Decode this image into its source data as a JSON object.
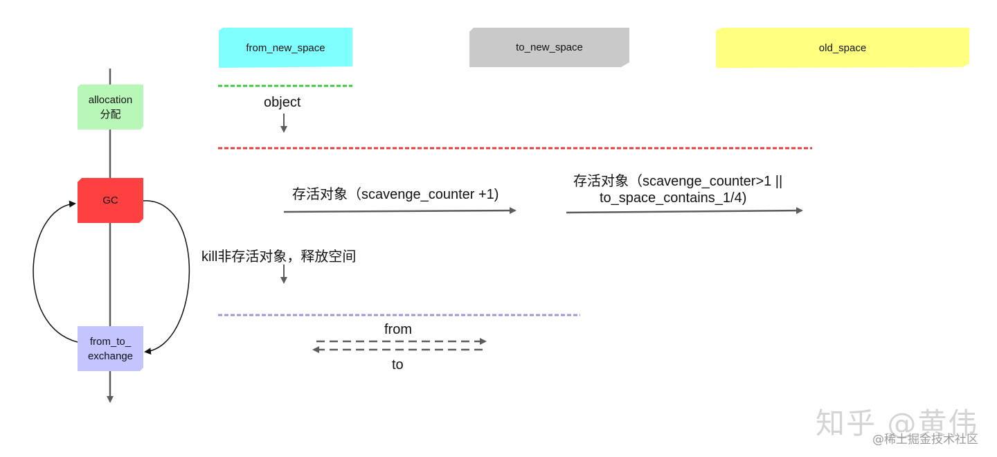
{
  "spaces": {
    "from_new_space": "from_new_space",
    "to_new_space": "to_new_space",
    "old_space": "old_space"
  },
  "flow": {
    "allocation_line1": "allocation",
    "allocation_line2": "分配",
    "gc": "GC",
    "exchange_line1": "from_to_",
    "exchange_line2": "exchange"
  },
  "labels": {
    "object": "object",
    "survive_increment": "存活对象（scavenge_counter +1)",
    "promote_line1": "存活对象（scavenge_counter>1 ||",
    "promote_line2": "to_space_contains_1/4)",
    "kill": "kill非存活对象，释放空间",
    "swap_from": "from",
    "swap_to": "to"
  },
  "watermark": {
    "main": "知乎 @黄伟",
    "sub": "@稀土掘金技术社区"
  },
  "colors": {
    "from_new_space": "#80ffff",
    "to_new_space": "#c9c9c9",
    "old_space": "#ffff80",
    "allocation": "#b9f7b9",
    "gc": "#ff4040",
    "exchange": "#c4c4ff",
    "arrow": "#5c5c5c",
    "green_dash": "#3cc83c",
    "red_dash": "#e03c3c",
    "purple_dash": "#9a9ad8"
  }
}
